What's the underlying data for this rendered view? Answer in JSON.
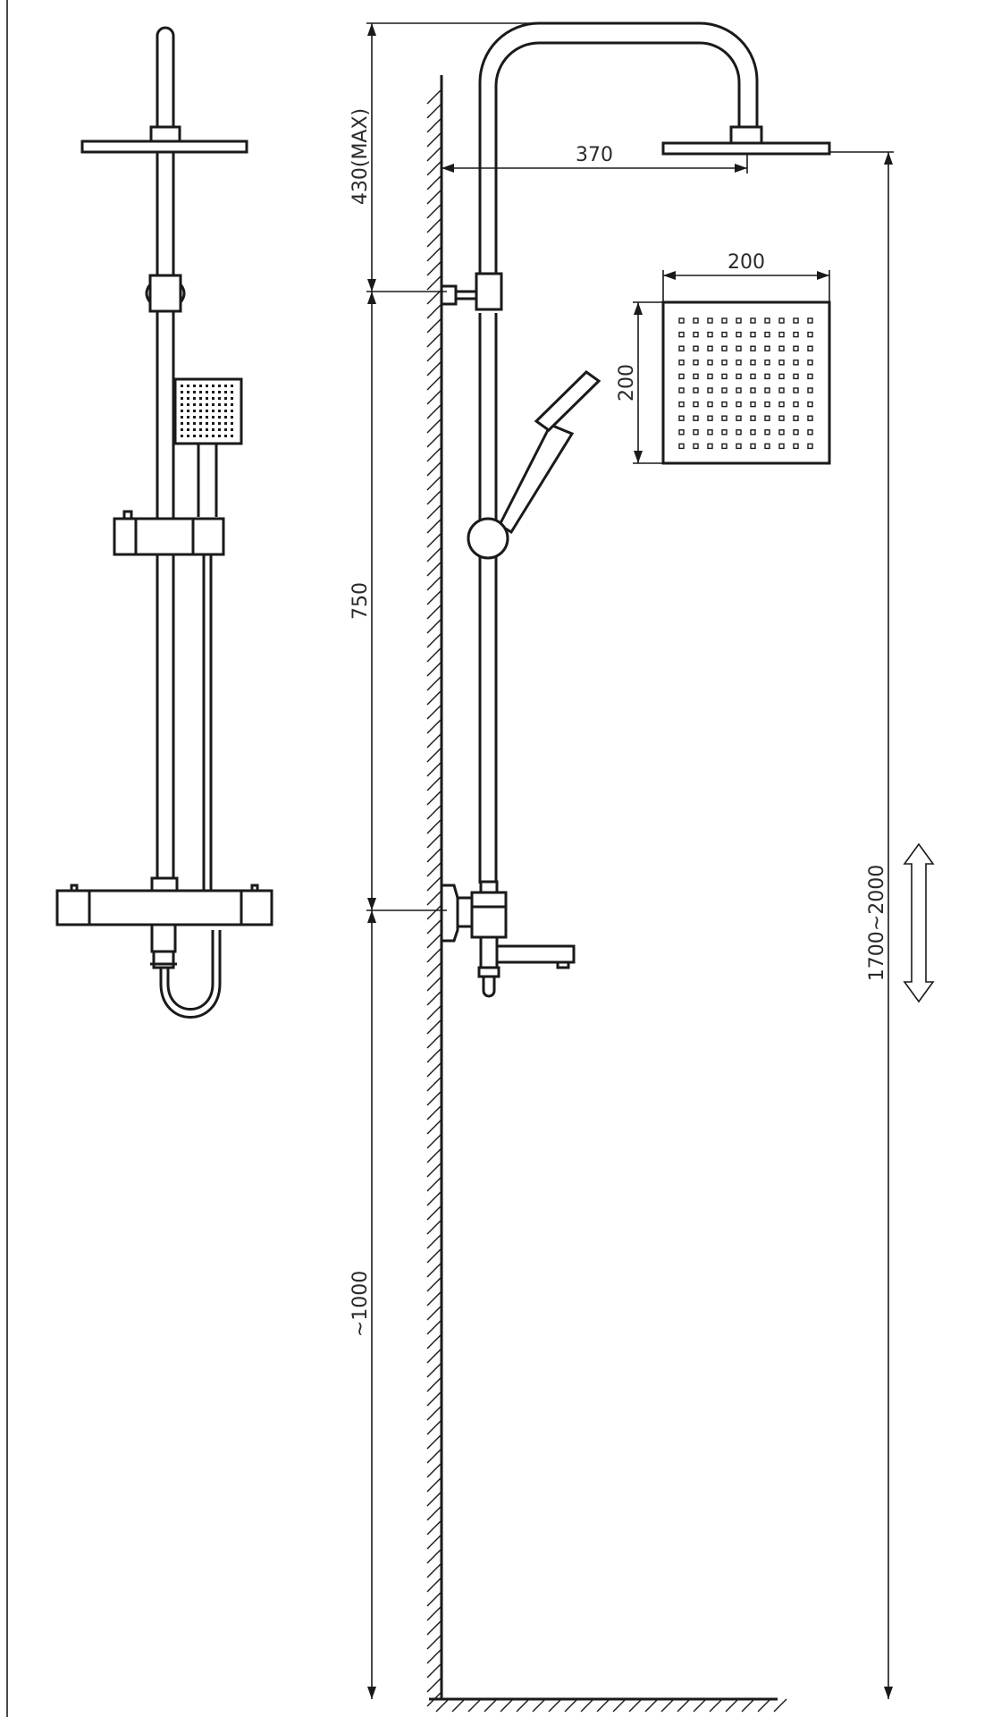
{
  "drawing": {
    "colors": {
      "line": "#1a1a1a",
      "background": "#ffffff"
    },
    "dimensions": {
      "head_height_max": "430(MAX)",
      "arm_projection": "370",
      "bar_length": "750",
      "floor_height": "~1000",
      "total_height": "1700~2000",
      "head_width": "200",
      "head_depth": "200"
    }
  }
}
